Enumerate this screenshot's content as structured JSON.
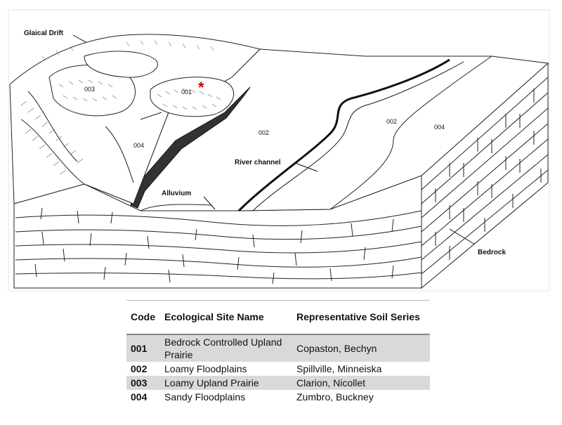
{
  "diagram": {
    "labels": {
      "glacial_drift": "Glaical Drift",
      "river_channel": "River channel",
      "alluvium": "Alluvium",
      "bedrock": "Bedrock"
    },
    "zones": {
      "upland_003": "003",
      "upland_001": "001",
      "terrace_004_left": "004",
      "floodplain_002_left": "002",
      "floodplain_002_right": "002",
      "terrace_004_right": "004"
    },
    "marker": "*",
    "marker_color": "#cc0000"
  },
  "legend": {
    "headers": {
      "code": "Code",
      "name": "Ecological  Site Name",
      "soil": "Representative Soil Series"
    },
    "rows": [
      {
        "code": "001",
        "name": "Bedrock Controlled Upland Prairie",
        "soil": "Copaston, Bechyn",
        "shaded": true
      },
      {
        "code": "002",
        "name": "Loamy Floodplains",
        "soil": "Spillville, Minneiska",
        "shaded": false
      },
      {
        "code": "003",
        "name": "Loamy Upland Prairie",
        "soil": "Clarion, Nicollet",
        "shaded": true
      },
      {
        "code": "004",
        "name": "Sandy Floodplains",
        "soil": "Zumbro, Buckney",
        "shaded": false
      }
    ]
  }
}
